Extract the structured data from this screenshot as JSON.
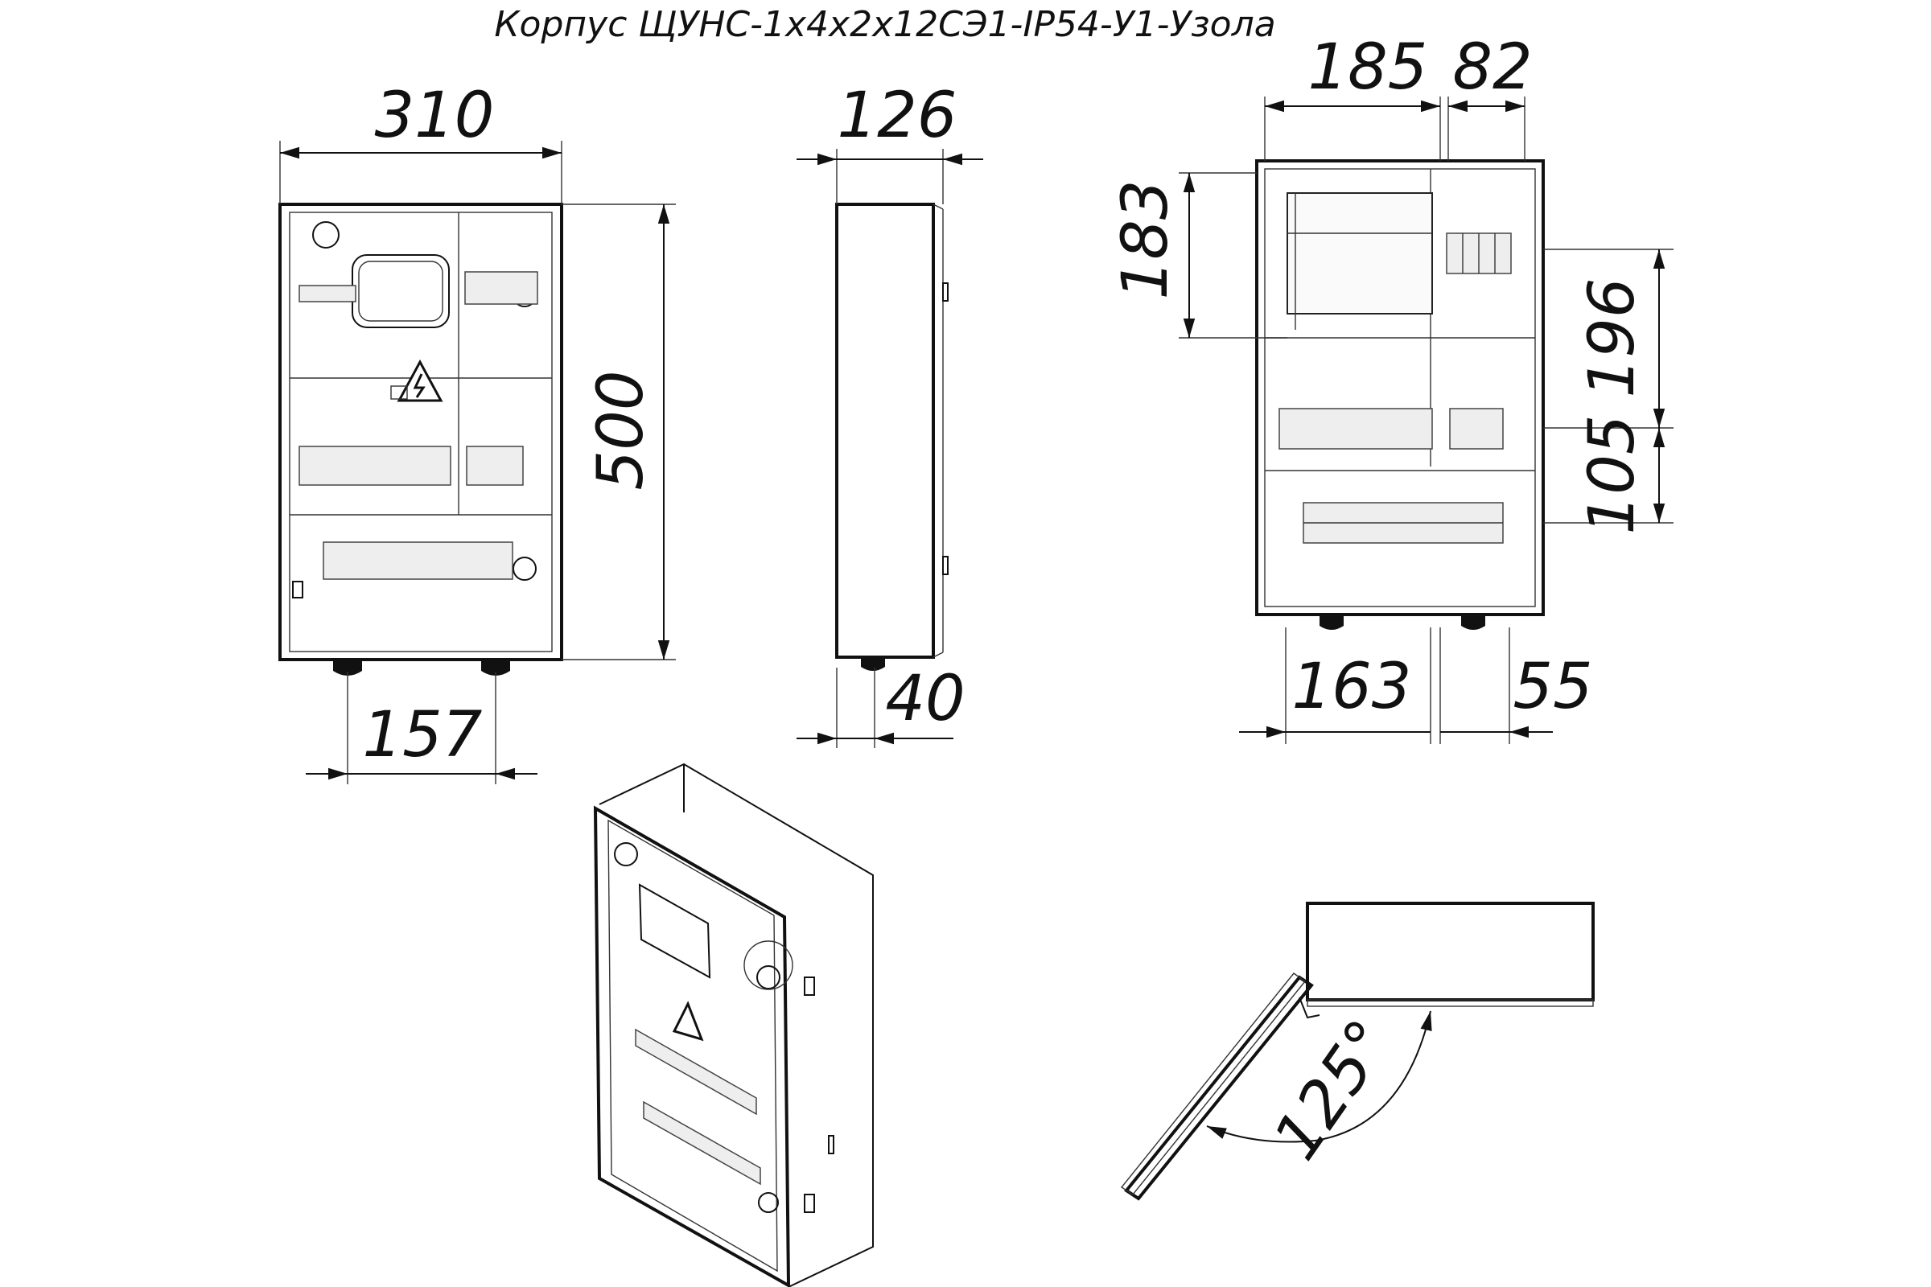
{
  "title": "Корпус ЩУНС-1х4х2х12СЭ1-IP54-У1-Узола",
  "dimensions": {
    "front_width": "310",
    "front_height": "500",
    "feet_spacing": "157",
    "side_depth": "126",
    "side_foot": "40",
    "inner_left_width": "185",
    "inner_right_width": "82",
    "inner_top_height": "183",
    "inner_right_height": "196",
    "inner_row_height": "105",
    "inner_bottom_left": "163",
    "inner_bottom_right": "55",
    "door_angle": "125°"
  }
}
